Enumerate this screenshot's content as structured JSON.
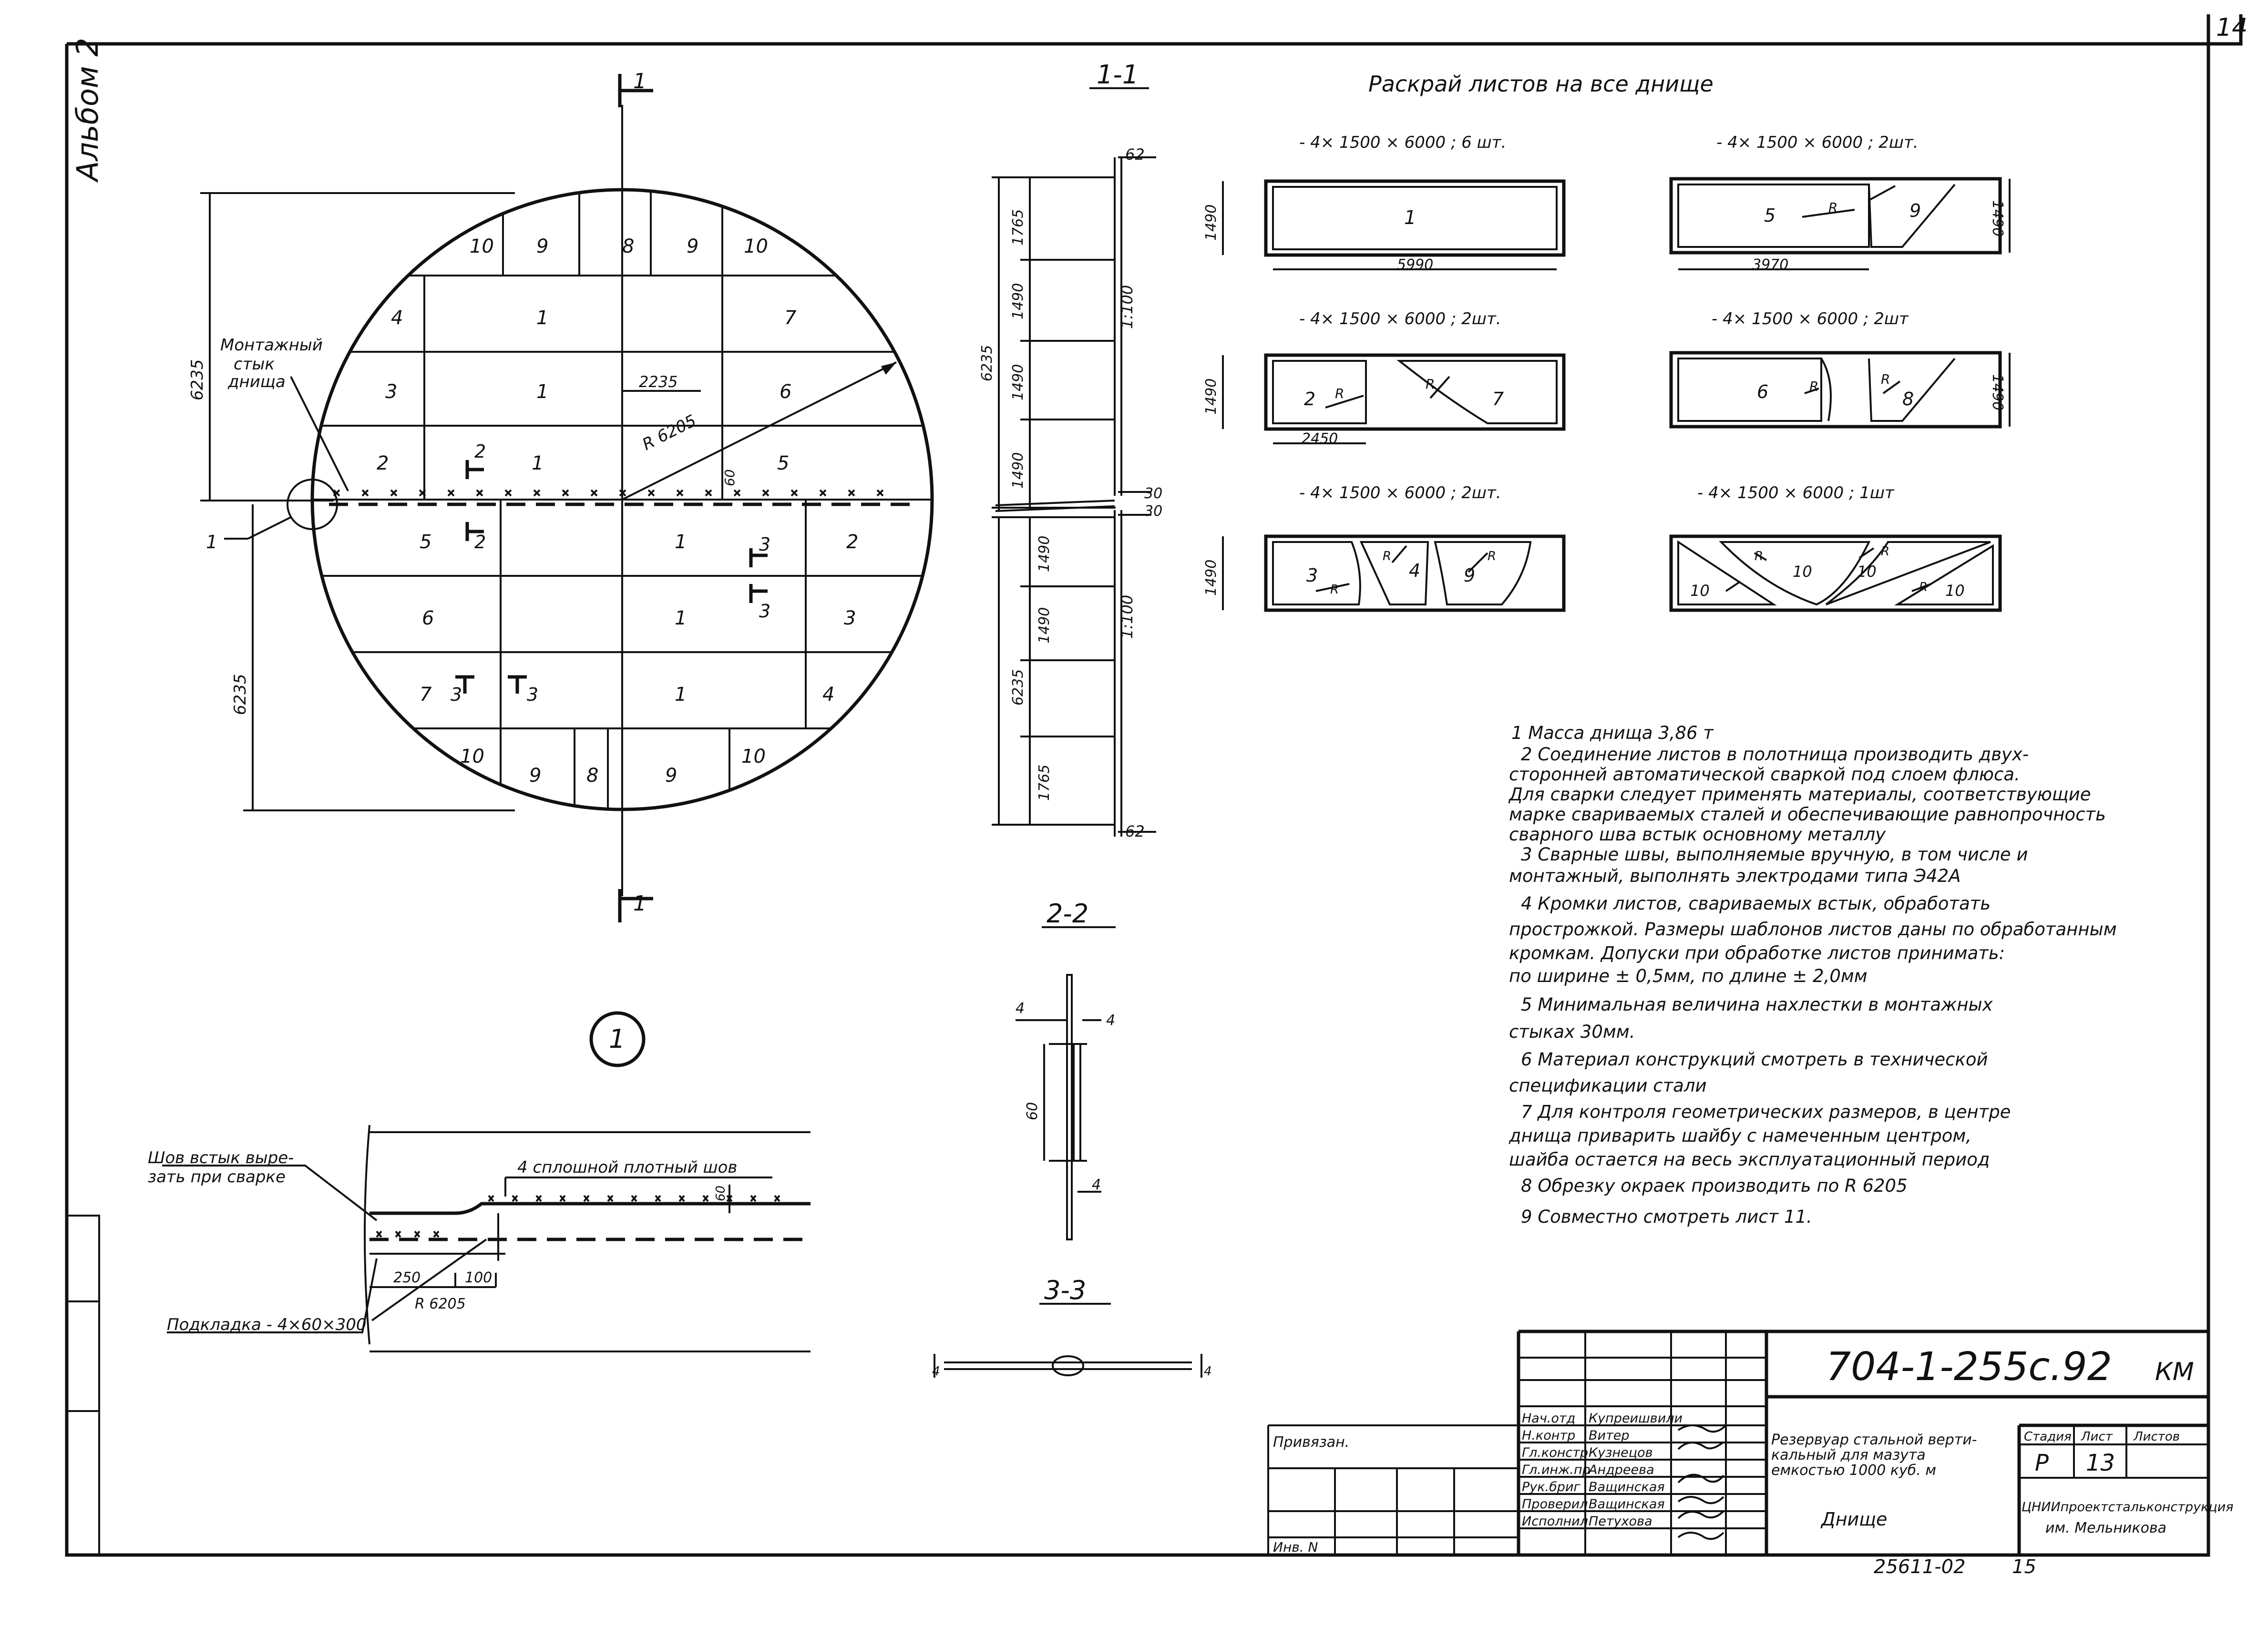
{
  "sheet_no": "14",
  "album_label": "Альбом 2",
  "section_1_1": "1-1",
  "section_2_2": "2-2",
  "section_3_3": "3-3",
  "cutting": {
    "title": "Раскрай листов на все днище",
    "sheets": [
      {
        "caption": "- 4× 1500 × 6000 ; 6 шт.",
        "width": "1490",
        "length": "5990",
        "parts": [
          "1"
        ]
      },
      {
        "caption": "- 4× 1500 × 6000 ; 2шт.",
        "width": "1490",
        "length": "3970",
        "parts": [
          "5",
          "R",
          "9"
        ]
      },
      {
        "caption": "- 4× 1500 × 6000 ; 2шт.",
        "width": "1490",
        "length": "2450",
        "parts": [
          "2",
          "R",
          "R",
          "7"
        ]
      },
      {
        "caption": "- 4× 1500 × 6000 ; 2шт",
        "width": "1490",
        "parts": [
          "6",
          "R",
          "R",
          "8"
        ]
      },
      {
        "caption": "- 4× 1500 × 6000 ; 2шт.",
        "width": "1490",
        "parts": [
          "3",
          "R",
          "R",
          "4",
          "R",
          "9"
        ]
      },
      {
        "caption": "- 4× 1500 × 6000 ; 1шт",
        "parts": [
          "10",
          "R",
          "10",
          "R",
          "10",
          "R",
          "10"
        ]
      }
    ]
  },
  "plan": {
    "section_marks": [
      "1",
      "1",
      "2",
      "2",
      "3",
      "3",
      "3",
      "3"
    ],
    "joint_label": [
      "Монтажный",
      "стык",
      "днища"
    ],
    "dims": {
      "top": "6235",
      "bottom": "6235",
      "radius": "R 6205",
      "span": "2235",
      "gap": "60"
    },
    "callout": "1",
    "cells": {
      "r1": [
        "10",
        "9",
        "8",
        "9",
        "10"
      ],
      "r2": [
        "4",
        "1",
        "7"
      ],
      "r3": [
        "3",
        "1",
        "6"
      ],
      "r4": [
        "2",
        "1",
        "5"
      ],
      "r5": [
        "5",
        "1",
        "2"
      ],
      "r6": [
        "6",
        "1",
        "3"
      ],
      "r7": [
        "7",
        "1",
        "4"
      ],
      "r8": [
        "10",
        "9",
        "8",
        "9",
        "10"
      ]
    }
  },
  "section11": {
    "dims": [
      "1765",
      "1490",
      "1490",
      "1490",
      "1490",
      "1490",
      "1765"
    ],
    "total_top": "6235",
    "total_bottom": "6235",
    "slope_top": "1:100",
    "slope_bottom": "1:100",
    "d62a": "62",
    "d62b": "62",
    "d30a": "30",
    "d30b": "30"
  },
  "detail": {
    "number": "1",
    "cut_label": [
      "Шов встык выре-",
      "зать при сварке"
    ],
    "weld_label": "4 сплошной плотный шов",
    "pad_label": "Подкладка - 4×60×300",
    "d250": "250",
    "d100": "100",
    "radius": "R 6205",
    "d60": "60"
  },
  "section22": {
    "d4a": "4",
    "d4b": "4",
    "d60": "60",
    "d4c": "4"
  },
  "section33": {
    "d4a": "4",
    "d4b": "4"
  },
  "notes": [
    "1  Масса днища 3,86 т",
    "2  Соединение листов в полотнища производить двух-",
    "сторонней автоматической сваркой под слоем флюса.",
    "Для сварки следует применять материалы, соответствующие",
    "марке свариваемых сталей и обеспечивающие равнопрочность",
    "сварного шва встык основному металлу",
    "3  Сварные швы, выполняемые вручную, в том числе и",
    "монтажный, выполнять электродами типа Э42А",
    "4  Кромки листов, свариваемых встык, обработать",
    "прострожкой. Размеры шаблонов листов даны по обработанным",
    "кромкам. Допуски при обработке листов принимать:",
    "по ширине ± 0,5мм, по длине ± 2,0мм",
    "5  Минимальная величина нахлестки в монтажных",
    "стыках 30мм.",
    "6  Материал конструкций смотреть в технической",
    "спецификации стали",
    "7  Для контроля геометрических размеров, в центре",
    "днища приварить шайбу с намеченным центром,",
    "шайба остается на весь эксплуатационный период",
    "8  Обрезку окраек производить по R 6205",
    "9  Совместно смотреть лист 11."
  ],
  "title_block": {
    "code": "704-1-255с.92",
    "suffix": "КМ",
    "roles": [
      "Нач.отд",
      "Н.контр",
      "Гл.констр",
      "Гл.инж.пр",
      "Рук.бриг",
      "Проверил",
      "Исполнил"
    ],
    "names": [
      "Купреишвили",
      "Витер",
      "Кузнецов",
      "Андреева",
      "Ващинская",
      "Ващинская",
      "Петухова"
    ],
    "bound": "Привязан.",
    "inv": "Инв. N",
    "desc": [
      "Резервуар стальной верти-",
      "кальный для мазута",
      "емкостью 1000 куб. м"
    ],
    "part": "Днище",
    "col_stage": "Стадия",
    "col_sheet": "Лист",
    "col_sheets": "Листов",
    "stage": "Р",
    "sheet": "13",
    "org": [
      "ЦНИИпроектстальконструкция",
      "им. Мельникова"
    ]
  },
  "bottom": {
    "archive": "25611-02",
    "page": "15"
  }
}
